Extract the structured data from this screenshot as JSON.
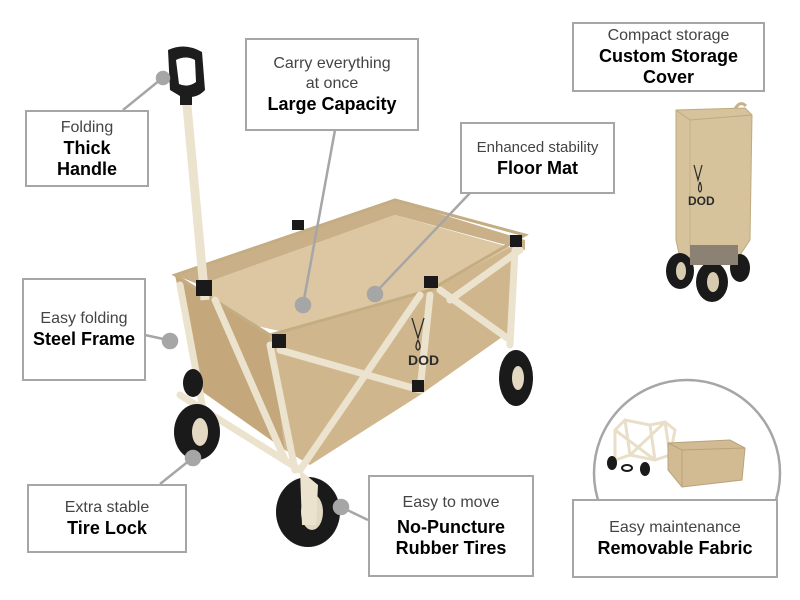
{
  "product": {
    "brand_logo": "DOD",
    "fabric_color": "#d2bb93",
    "frame_color": "#ece3cf",
    "wheel_color": "#1a1a1a",
    "callout_border_color": "#a6a6a6",
    "leader_color": "#a6a6a6"
  },
  "callouts": {
    "handle": {
      "subtitle": "Folding",
      "title_line1": "Thick",
      "title_line2": "Handle"
    },
    "capacity": {
      "subtitle_line1": "Carry everything",
      "subtitle_line2": "at once",
      "title": "Large Capacity"
    },
    "floor_mat": {
      "subtitle": "Enhanced stability",
      "title": "Floor Mat"
    },
    "storage": {
      "subtitle": "Compact storage",
      "title_line1": "Custom Storage",
      "title_line2": "Cover"
    },
    "frame": {
      "subtitle": "Easy folding",
      "title": "Steel Frame"
    },
    "tire_lock": {
      "subtitle": "Extra stable",
      "title": "Tire Lock"
    },
    "tires": {
      "subtitle": "Easy to move",
      "title_line1": "No-Puncture",
      "title_line2": "Rubber Tires"
    },
    "fabric": {
      "subtitle": "Easy maintenance",
      "title": "Removable Fabric"
    }
  }
}
